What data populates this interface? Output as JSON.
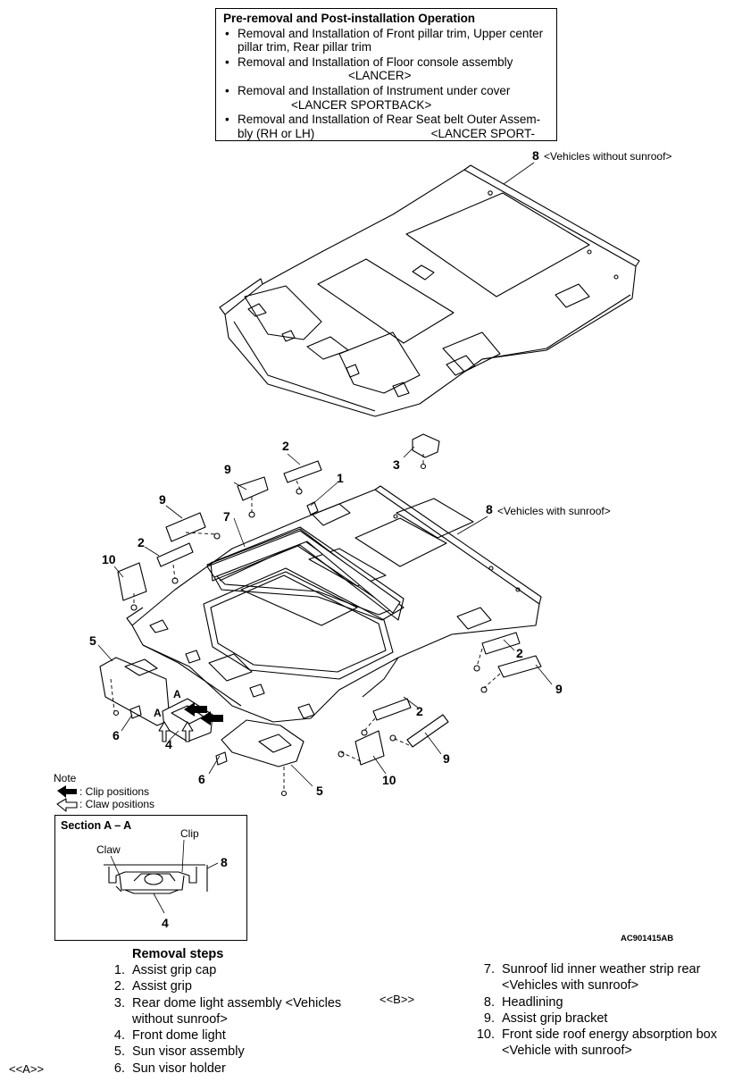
{
  "pre_box": {
    "title": "Pre-removal and Post-installation Operation",
    "items": [
      {
        "line1": "Removal and Installation of Front pillar trim, Upper center",
        "line2": "pillar trim, Rear pillar trim"
      },
      {
        "line1": "Removal and Installation of Floor console assembly",
        "line2": "<LANCER>"
      },
      {
        "line1": "Removal and Installation of Instrument under cover",
        "line2": "<LANCER SPORTBACK>"
      },
      {
        "line1": "Removal and Installation of Rear Seat belt Outer Assem-",
        "line2a": "bly (RH or LH)",
        "line2b": "<LANCER SPORT-"
      }
    ]
  },
  "callouts": {
    "n8_top": "8",
    "n8_top_note": "<Vehicles without sunroof>",
    "n8_mid": "8",
    "n8_mid_note": "<Vehicles with sunroof>",
    "n1": "1",
    "n2a": "2",
    "n2b": "2",
    "n2c": "2",
    "n2d": "2",
    "n3": "3",
    "n4": "4",
    "n5a": "5",
    "n5b": "5",
    "n6a": "6",
    "n6b": "6",
    "n7": "7",
    "n9a": "9",
    "n9b": "9",
    "n9c": "9",
    "n9d": "9",
    "n10a": "10",
    "n10b": "10",
    "secA1": "A",
    "secA2": "A"
  },
  "note": {
    "title": "Note",
    "clip": ": Clip positions",
    "claw": ": Claw positions"
  },
  "section": {
    "title": "Section A – A",
    "claw": "Claw",
    "clip": "Clip",
    "n8": "8",
    "n4": "4"
  },
  "figure_code": "AC901415AB",
  "markers": {
    "A": "<<A>>",
    "B": "<<B>>"
  },
  "removal": {
    "title": "Removal steps",
    "left": [
      {
        "n": "1.",
        "t": "Assist grip cap"
      },
      {
        "n": "2.",
        "t": "Assist grip"
      },
      {
        "n": "3.",
        "t": "Rear dome light assembly <Vehicles"
      },
      {
        "n": "",
        "t": "without sunroof>"
      },
      {
        "n": "4.",
        "t": "Front dome light"
      },
      {
        "n": "5.",
        "t": "Sun visor assembly"
      },
      {
        "n": "6.",
        "t": "Sun visor holder"
      }
    ],
    "right": [
      {
        "n": "7.",
        "t": "Sunroof lid inner weather strip rear"
      },
      {
        "n": "",
        "t": "<Vehicles with sunroof>"
      },
      {
        "n": "8.",
        "t": "Headlining"
      },
      {
        "n": "9.",
        "t": "Assist grip bracket"
      },
      {
        "n": "10.",
        "t": "Front side roof energy absorption box"
      },
      {
        "n": "",
        "t": "<Vehicle with sunroof>"
      }
    ]
  }
}
